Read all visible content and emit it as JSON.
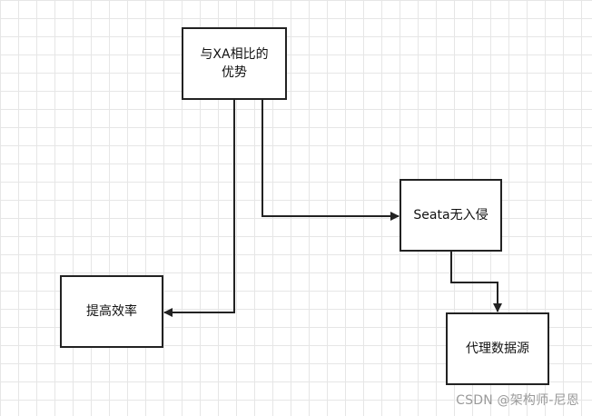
{
  "diagram": {
    "nodes": {
      "xa": {
        "line1": "与XA相比的",
        "line2": "优势"
      },
      "seata": {
        "label": "Seata无入侵"
      },
      "efficiency": {
        "label": "提高效率"
      },
      "proxy": {
        "label": "代理数据源"
      }
    },
    "edges": [
      {
        "from": "xa",
        "to": "efficiency"
      },
      {
        "from": "xa",
        "to": "seata"
      },
      {
        "from": "seata",
        "to": "proxy"
      }
    ]
  },
  "watermark": "CSDN @架构师-尼恩",
  "colors": {
    "stroke": "#222222",
    "grid": "#e6e6e6",
    "background": "#ffffff",
    "watermark": "#9a9a9a"
  }
}
